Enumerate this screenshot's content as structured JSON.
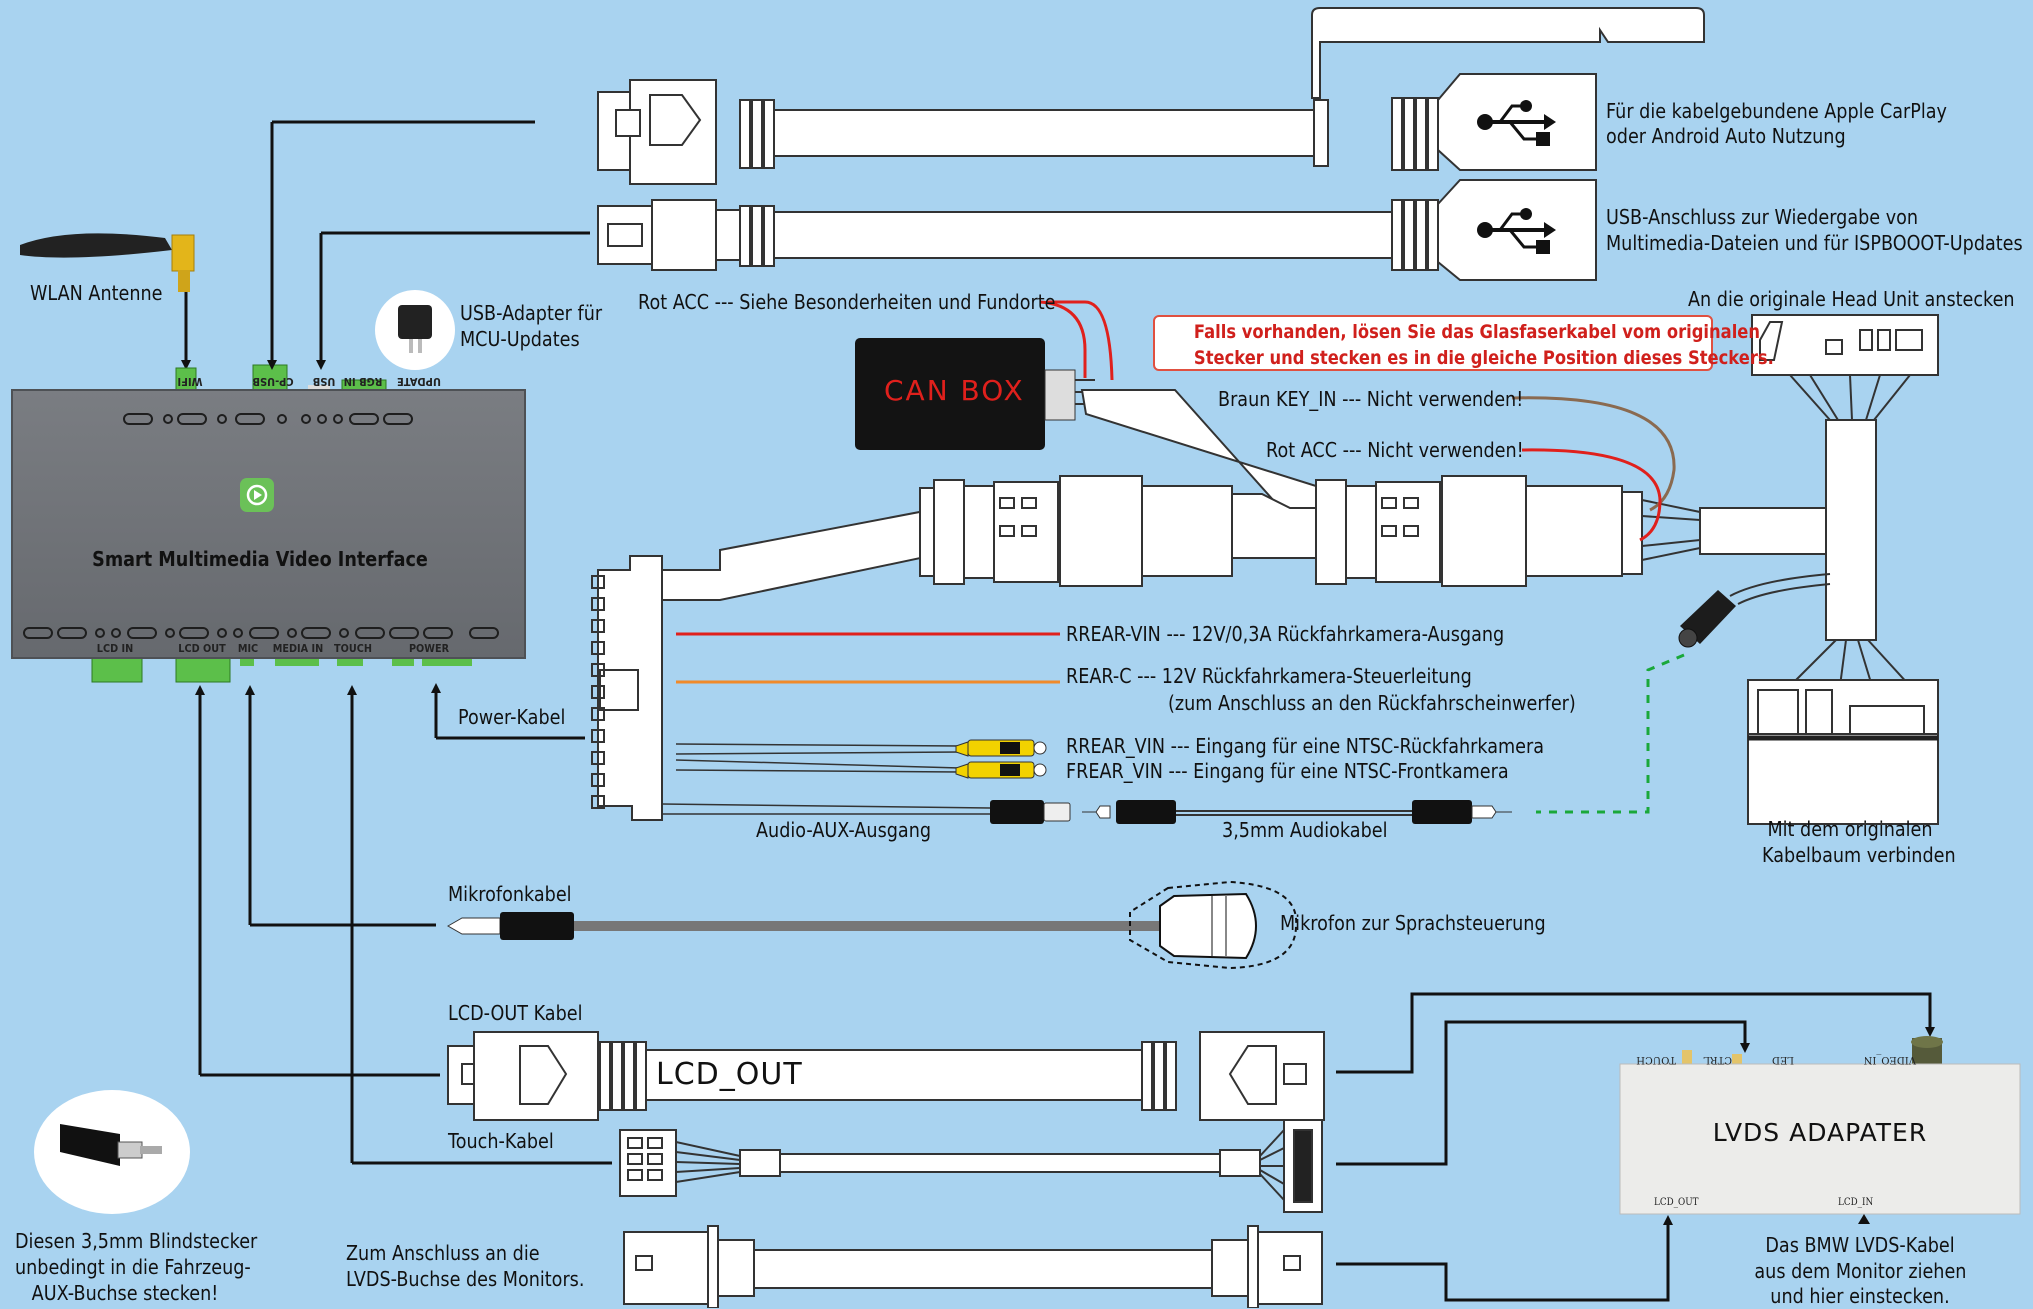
{
  "device": {
    "title": "Smart Multimedia Video Interface",
    "top_ports": [
      "WIFI",
      "CP-USB",
      "USB",
      "RGB IN",
      "UPDATE"
    ],
    "bottom_ports": [
      "LCD IN",
      "LCD OUT",
      "MIC",
      "MEDIA IN",
      "TOUCH",
      "POWER"
    ]
  },
  "labels": {
    "wlan": "WLAN Antenne",
    "usb_adapter_1": "USB-Adapter für",
    "usb_adapter_2": "MCU-Updates",
    "carplay_1": "Für die kabelgebundene Apple CarPlay",
    "carplay_2": "oder Android Auto Nutzung",
    "usb_media_1": "USB-Anschluss zur Wiedergabe von",
    "usb_media_2": "Multimedia-Dateien und für ISPBOOOT-Updates",
    "rot_acc_top": "Rot ACC --- Siehe Besonderheiten und Fundorte",
    "head_unit": "An die originale Head Unit anstecken",
    "warning_1": "Falls vorhanden, lösen Sie das Glasfaserkabel vom originalen",
    "warning_2": "Stecker und stecken es in die gleiche Position dieses Steckers.",
    "can_box": "CAN BOX",
    "braun": "Braun KEY_IN --- Nicht verwenden!",
    "rot_acc_mid": "Rot ACC --- Nicht verwenden!",
    "rrear_vin": "RREAR-VIN --- 12V/0,3A Rückfahrkamera-Ausgang",
    "rear_c": "REAR-C --- 12V Rückfahrkamera-Steuerleitung",
    "rear_c_2": "(zum Anschluss an den Rückfahrscheinwerfer)",
    "rrear_vin_in": "RREAR_VIN --- Eingang für eine NTSC-Rückfahrkamera",
    "frear_vin": "FREAR_VIN --- Eingang für eine NTSC-Frontkamera",
    "power_kabel": "Power-Kabel",
    "audio_aux": "Audio-AUX-Ausgang",
    "audiokabel": "3,5mm Audiokabel",
    "orig_harness_1": "Mit dem originalen",
    "orig_harness_2": "Kabelbaum verbinden",
    "mikrofonkabel": "Mikrofonkabel",
    "mikrofon": "Mikrofon zur Sprachsteuerung",
    "lcd_out_kabel": "LCD-OUT Kabel",
    "lcd_out_text": "LCD_OUT",
    "touch_kabel": "Touch-Kabel",
    "lvds_title": "LVDS ADAPATER",
    "lvds_ports": [
      "TOUCH",
      "CTRL",
      "LED",
      "VIDEO_IN",
      "LCD_OUT",
      "LCD_IN"
    ],
    "blind_1": "Diesen 3,5mm Blindstecker",
    "blind_2": "unbedingt in die Fahrzeug-",
    "blind_3": "AUX-Buchse stecken!",
    "lvds_buchse_1": "Zum Anschluss an die",
    "lvds_buchse_2": "LVDS-Buchse des Monitors.",
    "bmw_1": "Das BMW LVDS-Kabel",
    "bmw_2": "aus dem Monitor ziehen",
    "bmw_3": "und hier einstecken."
  },
  "colors": {
    "background": "#a9d3f0",
    "device": "#6f7277",
    "port_green": "#5cbf4a",
    "acc_red": "#e0201c",
    "key_brown": "#8a6a50",
    "rear_c_orange": "#f08a2a",
    "rca_yellow": "#f2d200",
    "aux_green": "#1aa83a"
  }
}
